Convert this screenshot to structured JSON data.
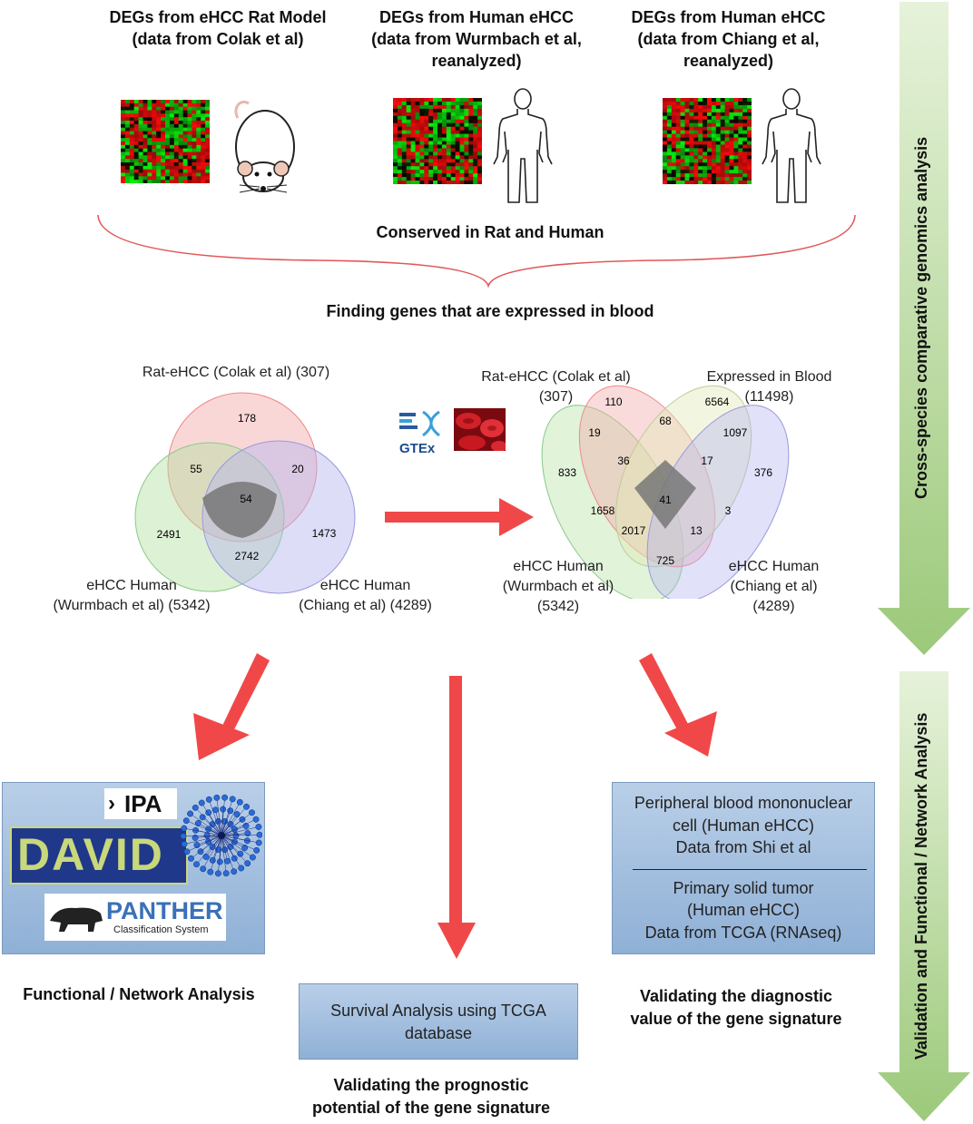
{
  "sources": [
    {
      "title": "DEGs from eHCC Rat Model\n(data from Colak et al)",
      "organism": "rat-icon"
    },
    {
      "title": "DEGs from Human eHCC\n(data from Wurmbach et al,\nreanalyzed)",
      "organism": "human-icon"
    },
    {
      "title": "DEGs from Human eHCC\n(data from Chiang et al,\nreanalyzed)",
      "organism": "human-icon"
    }
  ],
  "conserved_label": "Conserved in Rat and Human",
  "blood_label": "Finding genes that are expressed in blood",
  "venn3": {
    "labels": {
      "rat": "Rat-eHCC (Colak et al) (307)",
      "wurmbach": "eHCC Human\n(Wurmbach et al) (5342)",
      "chiang": "eHCC Human\n(Chiang et al) (4289)"
    },
    "regions": {
      "rat_only": "178",
      "rat_wurm": "55",
      "rat_chiang": "20",
      "all": "54",
      "wurm_only": "2491",
      "chiang_only": "1473",
      "wurm_chiang": "2742"
    }
  },
  "venn4": {
    "labels": {
      "rat": "Rat-eHCC (Colak et al)\n(307)",
      "blood": "Expressed in Blood\n(11498)",
      "wurmbach": "eHCC Human\n(Wurmbach et al)\n(5342)",
      "chiang": "eHCC Human\n(Chiang et al)\n(4289)"
    },
    "regions": [
      "110",
      "6564",
      "68",
      "19",
      "1097",
      "36",
      "17",
      "833",
      "376",
      "41",
      "1658",
      "3",
      "2017",
      "13",
      "725"
    ]
  },
  "logos": {
    "gtex": "GTEx",
    "ipa": "IPA",
    "david": "DAVID",
    "panther": "PANTHER",
    "panther_sub": "Classification System"
  },
  "boxes": {
    "diagnostic_lines": [
      "Peripheral blood mononuclear",
      "cell (Human eHCC)",
      "Data from Shi et al"
    ],
    "diagnostic_lines2": [
      "Primary solid tumor",
      "(Human eHCC)",
      "Data from TCGA (RNAseq)"
    ],
    "survival_lines": [
      "Survival Analysis using TCGA",
      "database"
    ]
  },
  "captions": {
    "functional": "Functional / Network Analysis",
    "diagnostic": "Validating the diagnostic\nvalue of the gene signature",
    "prognostic": "Validating the prognostic\npotential of the gene signature"
  },
  "side": {
    "top": "Cross-species comparative genomics analysis",
    "bottom": "Validation and Functional / Network Analysis"
  },
  "colors": {
    "red_arrow": "#f04848",
    "green_arrow": "#9cc97a",
    "box_blue": "#a9c3e2",
    "venn_red": "#f4a8a8",
    "venn_green": "#b8e0a8",
    "venn_blue": "#b8b8ee",
    "venn_yellow": "#dde6b8"
  }
}
